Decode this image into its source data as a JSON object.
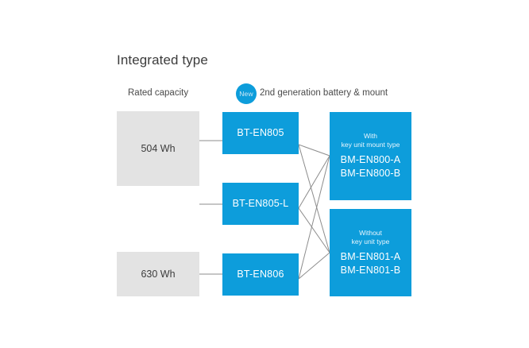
{
  "diagram": {
    "title": "Integrated type",
    "columns": {
      "rated_capacity_label": "Rated capacity",
      "generation_label": "2nd generation battery & mount",
      "new_badge": "New"
    },
    "colors": {
      "blue": "#0D9DDB",
      "gray": "#E3E3E3",
      "line": "#8c8c8c",
      "title_text": "#3c3c3c",
      "box_text": "#ffffff"
    },
    "capacity_boxes": [
      {
        "id": "cap-504",
        "value": "504 Wh"
      },
      {
        "id": "cap-630",
        "value": "630 Wh"
      }
    ],
    "battery_boxes": [
      {
        "id": "bt-en805",
        "model": "BT-EN805"
      },
      {
        "id": "bt-en805-l",
        "model": "BT-EN805-L"
      },
      {
        "id": "bt-en806",
        "model": "BT-EN806"
      }
    ],
    "mount_boxes": [
      {
        "id": "bm-en800",
        "sub_line1": "With",
        "sub_line2": "key unit mount type",
        "model1": "BM-EN800-A",
        "model2": "BM-EN800-B"
      },
      {
        "id": "bm-en801",
        "sub_line1": "Without",
        "sub_line2": "key unit type",
        "model1": "BM-EN801-A",
        "model2": "BM-EN801-B"
      }
    ]
  }
}
